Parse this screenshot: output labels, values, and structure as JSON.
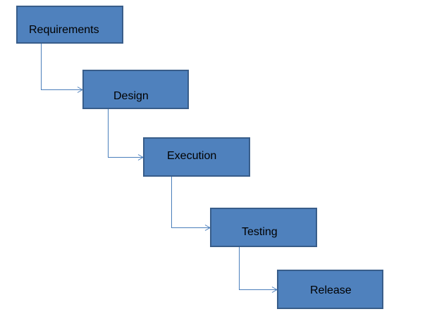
{
  "diagram": {
    "steps": [
      {
        "label": "Requirements"
      },
      {
        "label": "Design"
      },
      {
        "label": "Execution"
      },
      {
        "label": "Testing"
      },
      {
        "label": "Release"
      }
    ],
    "colors": {
      "box_fill": "#4f81bd",
      "box_border": "#385d8a",
      "connector": "#4a7ebb",
      "text": "#000000"
    }
  }
}
